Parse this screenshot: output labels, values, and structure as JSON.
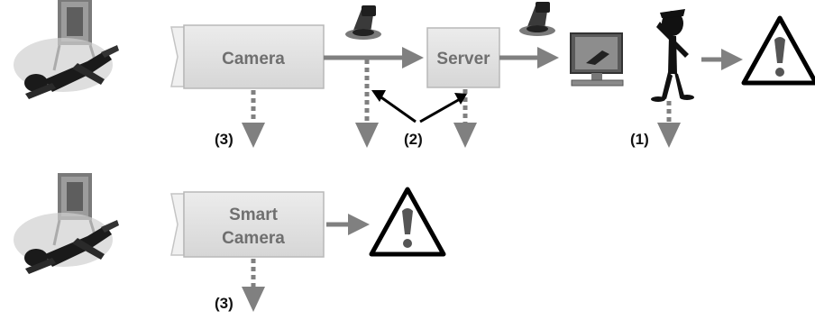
{
  "nodes": {
    "camera_top": "Camera",
    "server": "Server",
    "smart_camera_line1": "Smart",
    "smart_camera_line2": "Camera"
  },
  "labels": {
    "one": "(1)",
    "two": "(2)",
    "three_top": "(3)",
    "three_bottom": "(3)"
  },
  "warning_glyph": "!",
  "colors": {
    "arrow": "#808080",
    "box_fill": "#e2e2e2",
    "box_stroke": "#b8b8b8",
    "warning_fill": "#ffffff",
    "warning_stroke": "#000000",
    "label": "#111111"
  },
  "icons": [
    "fallen-person-scene-icon",
    "camera-icon",
    "monitor-icon",
    "person-scratching-head-icon",
    "warning-triangle-icon"
  ]
}
